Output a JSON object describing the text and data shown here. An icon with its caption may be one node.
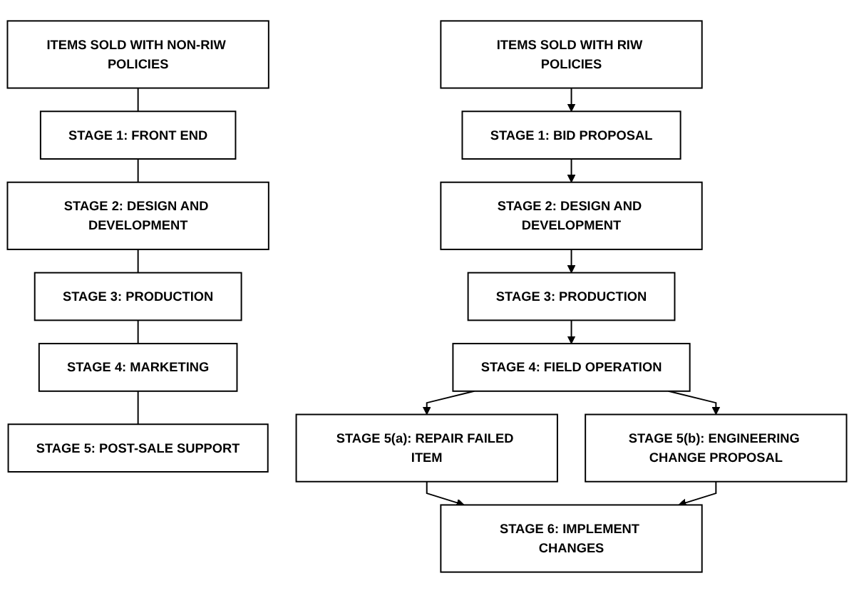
{
  "diagram": {
    "nodes": [
      {
        "text": [
          "ITEMS SOLD WITH NON-RIW POLICIES"
        ]
      },
      {
        "text": [
          "STAGE 1: FRONT END"
        ]
      },
      {
        "text": [
          "STAGE 2: DESIGN AND DEVELOPMENT"
        ]
      },
      {
        "text": [
          "STAGE 3: PRODUCTION"
        ]
      },
      {
        "text": [
          "STAGE 4: MARKETING"
        ]
      },
      {
        "text": [
          "STAGE 5: POST-SALE SUPPORT"
        ]
      },
      {
        "text": [
          "ITEMS SOLD WITH RIW POLICIES"
        ]
      },
      {
        "text": [
          "STAGE 1: BID PROPOSAL"
        ]
      },
      {
        "text": [
          "STAGE 2: DESIGN AND DEVELOPMENT"
        ]
      },
      {
        "text": [
          "STAGE 3: PRODUCTION"
        ]
      },
      {
        "text": [
          "STAGE 4: FIELD OPERATION"
        ]
      },
      {
        "text": [
          "STAGE 5(a): REPAIR FAILED ITEM"
        ]
      },
      {
        "text": [
          "STAGE 5(b): ENGINEERING CHANGE PROPOSAL"
        ]
      },
      {
        "text": [
          "STAGE 6: IMPLEMENT CHANGES"
        ]
      }
    ],
    "edges": [
      {
        "from": 0,
        "to": 1,
        "arrow": "none"
      },
      {
        "from": 1,
        "to": 2,
        "arrow": "none"
      },
      {
        "from": 2,
        "to": 3,
        "arrow": "none"
      },
      {
        "from": 3,
        "to": 4,
        "arrow": "none"
      },
      {
        "from": 4,
        "to": 5,
        "arrow": "none"
      },
      {
        "from": 6,
        "to": 7,
        "arrow": "to"
      },
      {
        "from": 7,
        "to": 8,
        "arrow": "to"
      },
      {
        "from": 8,
        "to": 9,
        "arrow": "to"
      },
      {
        "from": 9,
        "to": 10,
        "arrow": "to"
      },
      {
        "from": 10,
        "to": 11,
        "arrow": "to"
      },
      {
        "from": 10,
        "to": 12,
        "arrow": "to"
      },
      {
        "from": 11,
        "to": 13,
        "arrow": "to"
      },
      {
        "from": 12,
        "to": 13,
        "arrow": "to"
      }
    ]
  }
}
